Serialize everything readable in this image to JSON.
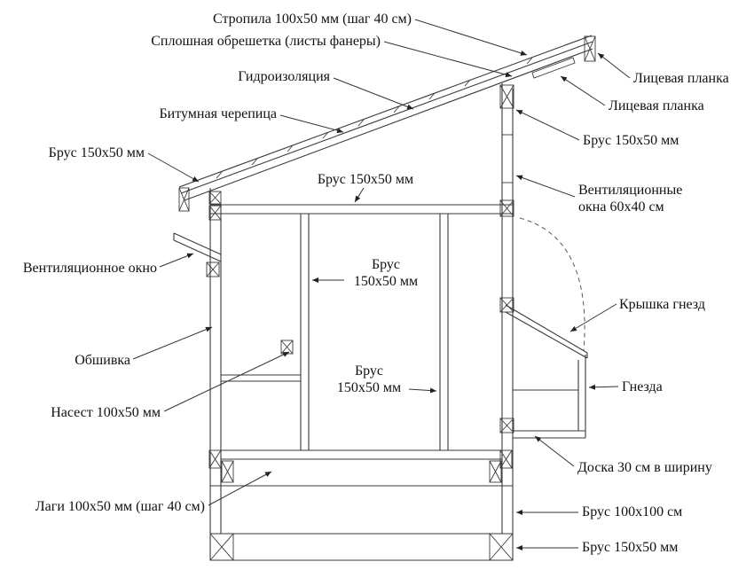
{
  "labels": {
    "rafters": "Стропила 100х50 мм (шаг 40 см)",
    "sheathing": "Сплошная обрешетка (листы фанеры)",
    "waterproofing": "Гидроизоляция",
    "bitumen_shingles": "Битумная черепица",
    "beam_left": "Брус 150х50 мм",
    "front_strip_top": "Лицевая планка",
    "front_strip_lower": "Лицевая планка",
    "beam_right": "Брус 150х50 мм",
    "vent_windows_line1": "Вентиляционные",
    "vent_windows_line2": "окна 60х40 см",
    "beam_ceiling": "Брус 150х50 мм",
    "vent_window": "Вентиляционное окно",
    "beam_mid_line1": "Брус",
    "beam_mid_line2": "150х50 мм",
    "cladding": "Обшивка",
    "nest_lid": "Крышка гнезд",
    "perch": "Насест 100х50 мм",
    "beam_lower_line1": "Брус",
    "beam_lower_line2": "150х50 мм",
    "nests": "Гнезда",
    "board": "Доска 30 см в ширину",
    "joists": "Лаги 100х50 мм (шаг 40 см)",
    "beam_base": "Брус 100х100 см",
    "beam_bottom": "Брус 150х50 мм"
  },
  "colors": {
    "line": "#3a3a3a",
    "text": "#111111",
    "background": "#ffffff"
  }
}
